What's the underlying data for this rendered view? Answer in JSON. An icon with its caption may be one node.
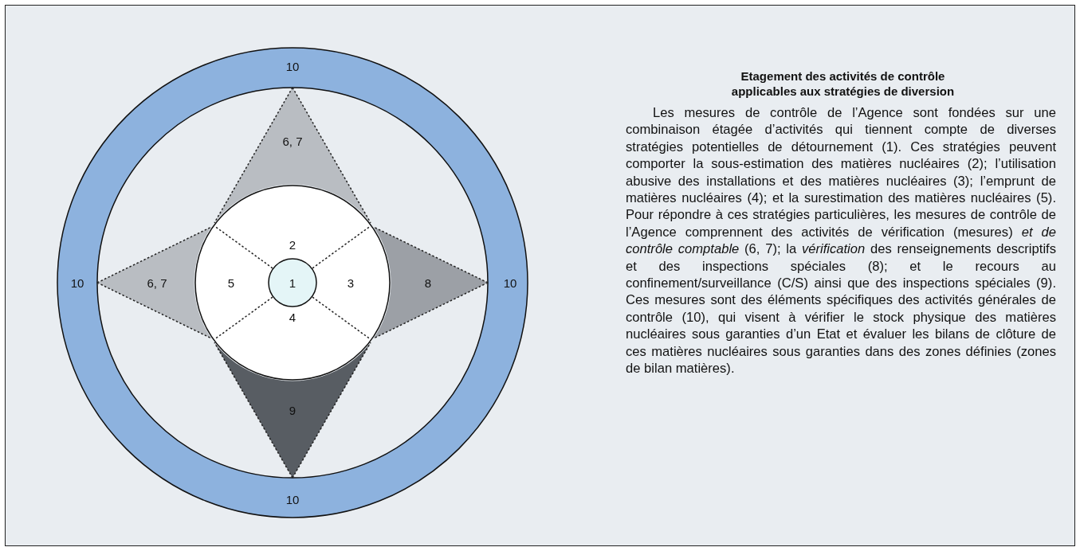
{
  "diagram": {
    "title": "Etagement des activités de contrôle applicables aux stratégies de diversion",
    "nodes": [
      {
        "text": [
          "10",
          "10",
          "10",
          "10"
        ]
      },
      {
        "text": [
          "6, 7"
        ],
        "in": 0
      },
      {
        "text": [
          "6, 7"
        ],
        "in": 0
      },
      {
        "text": [
          "8"
        ],
        "in": 0
      },
      {
        "text": [
          "9"
        ],
        "in": 0
      },
      {
        "text": [
          "2",
          "5",
          "3",
          "4"
        ],
        "in": 0
      },
      {
        "text": [
          "1"
        ],
        "in": 5
      }
    ],
    "labels": [
      "Les mesures de contrôle de l’Agence sont fondées sur une combinaison étagée d’activités qui tiennent compte de diverses stratégies potentielles de détournement (1). Ces stratégies peuvent comporter la sous-estimation des matières nucléaires (2); l’utilisation abusive des installations et des matières nucléaires (3); l’emprunt de matières nucléaires (4); et la surestimation des matières nucléaires (5). Pour répondre à ces stratégies particulières, les mesures de contrôle de l’Agence comprennent des activités de vérification (mesures) *et de contrôle comptable* (6, 7); la *vérification* des renseignements descriptifs et des inspections spéciales (8); et le recours au confinement/surveillance (C/S) ainsi que des inspections spéciales (9). Ces mesures sont des éléments spécifiques des activités générales de contrôle (10), qui visent à vérifier le stock physique des matières nucléaires sous garanties d’un Etat et évaluer les bilans de clôture de ces matières nucléaires sous garanties dans des zones définies (zones de bilan matières)."
    ]
  }
}
